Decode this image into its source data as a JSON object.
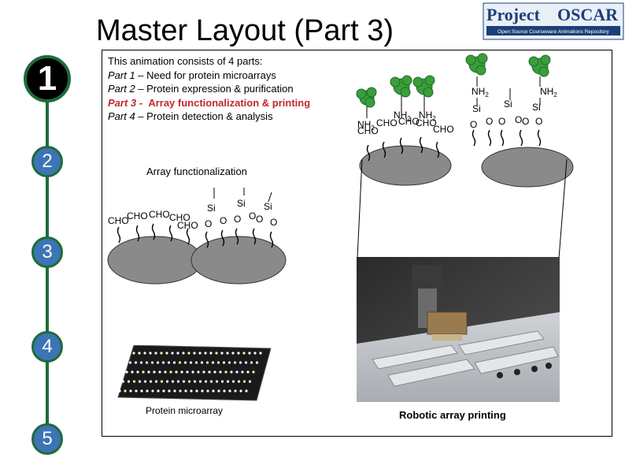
{
  "title": "Master Layout (Part 3)",
  "logo": {
    "word1": "Project",
    "word2": "OSCAR",
    "tagline": "Open Source Courseware Animations Repository"
  },
  "steps": [
    "1",
    "2",
    "3",
    "4",
    "5"
  ],
  "parts": {
    "intro": "This animation consists of 4 parts:",
    "p1_label": "Part 1",
    "p1_text": " – Need for protein microarrays",
    "p2_label": "Part 2",
    "p2_text": " – Protein expression & purification",
    "p3_label": "Part 3 -",
    "p3_text": "Array functionalization & printing",
    "p4_label": "Part 4",
    "p4_text": " – Protein detection & analysis"
  },
  "section_label": "Array functionalization",
  "chem": {
    "cho": "CHO",
    "si": "Si",
    "o": "O",
    "nh2": "NH",
    "sub2": "2"
  },
  "captions": {
    "microarray": "Protein microarray",
    "robot": "Robotic array printing"
  },
  "colors": {
    "step_blue": "#3d74b5",
    "nav_green": "#1f6b3a",
    "highlight": "#c0282d",
    "protein_green": "#3a9e3a",
    "bead_gray": "#8a8a8a"
  }
}
